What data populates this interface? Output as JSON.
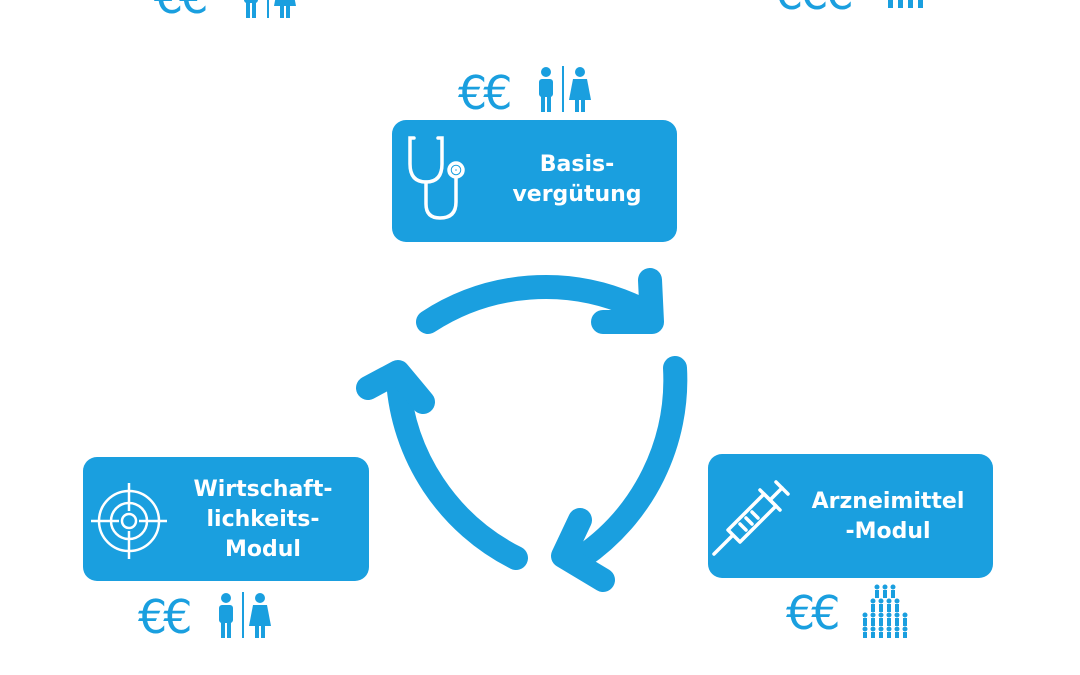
{
  "colors": {
    "accent": "#1a9fdf",
    "background": "#ffffff",
    "box_text": "#ffffff"
  },
  "cycle": {
    "icon": "three-arrow-cycle-icon"
  },
  "nodes": [
    {
      "id": "basis",
      "label_lines": [
        "Basis-",
        "vergütung"
      ],
      "icon": "stethoscope-icon",
      "currency": "€€",
      "people_icon": "man-woman-icon"
    },
    {
      "id": "wirtschaftlichkeit",
      "label_lines": [
        "Wirtschaft-",
        "lichkeits-",
        "Modul"
      ],
      "icon": "target-crosshair-icon",
      "currency": "€€",
      "people_icon": "man-woman-icon"
    },
    {
      "id": "arzneimittel",
      "label_lines": [
        "Arzneimittel",
        "-Modul"
      ],
      "icon": "syringe-icon",
      "currency": "€€",
      "people_icon": "people-group-icon"
    }
  ],
  "cropped_top": {
    "left": {
      "currency": "€€",
      "people_icon": "man-woman-icon"
    },
    "right": {
      "currency": "€€€",
      "people_icon": "people-group-icon"
    }
  }
}
